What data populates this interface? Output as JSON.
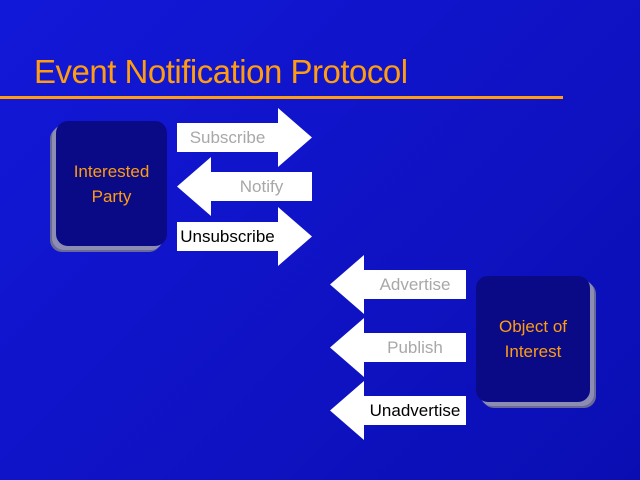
{
  "slide": {
    "title": "Event Notification Protocol",
    "colors": {
      "background": "#1014c8",
      "accent": "#ff9c10",
      "box_fill": "#0a0a86",
      "arrow_fill": "#ffffff"
    }
  },
  "interested_party": {
    "line1": "Interested",
    "line2": "Party"
  },
  "object_of_interest": {
    "line1": "Object of",
    "line2": "Interest"
  },
  "messages": {
    "subscribe": "Subscribe",
    "notify": "Notify",
    "unsubscribe": "Unsubscribe",
    "advertise": "Advertise",
    "publish": "Publish",
    "unadvertise": "Unadvertise"
  }
}
